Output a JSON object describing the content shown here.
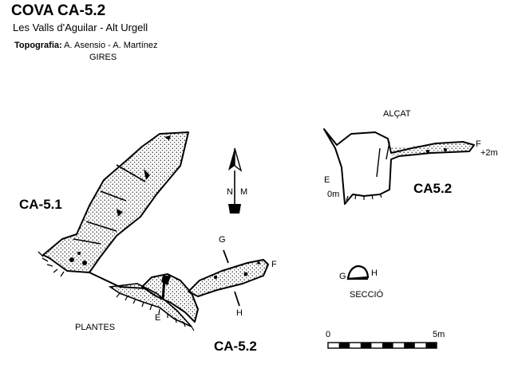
{
  "header": {
    "title": "COVA CA-5.2",
    "subtitle": "Les Valls d'Aguilar - Alt Urgell",
    "topography_label": "Topografia:",
    "topography_authors": "A. Asensio - A. Martínez",
    "organization": "GIRES"
  },
  "plan": {
    "label": "PLANTES",
    "cave_a_label": "CA-5.1",
    "cave_b_label": "CA-5.2",
    "point_e": "E",
    "point_f": "F",
    "point_g": "G",
    "point_h": "H"
  },
  "north_arrow": {
    "n_label": "N",
    "m_label": "M"
  },
  "elevation": {
    "label": "ALÇAT",
    "cave_label": "CA5.2",
    "point_e": "E",
    "e_depth": "0m",
    "point_f": "F",
    "f_depth": "+2m"
  },
  "section": {
    "label": "SECCIÓ",
    "point_g": "G",
    "point_h": "H"
  },
  "scale": {
    "start_label": "0",
    "end_label": "5m"
  }
}
